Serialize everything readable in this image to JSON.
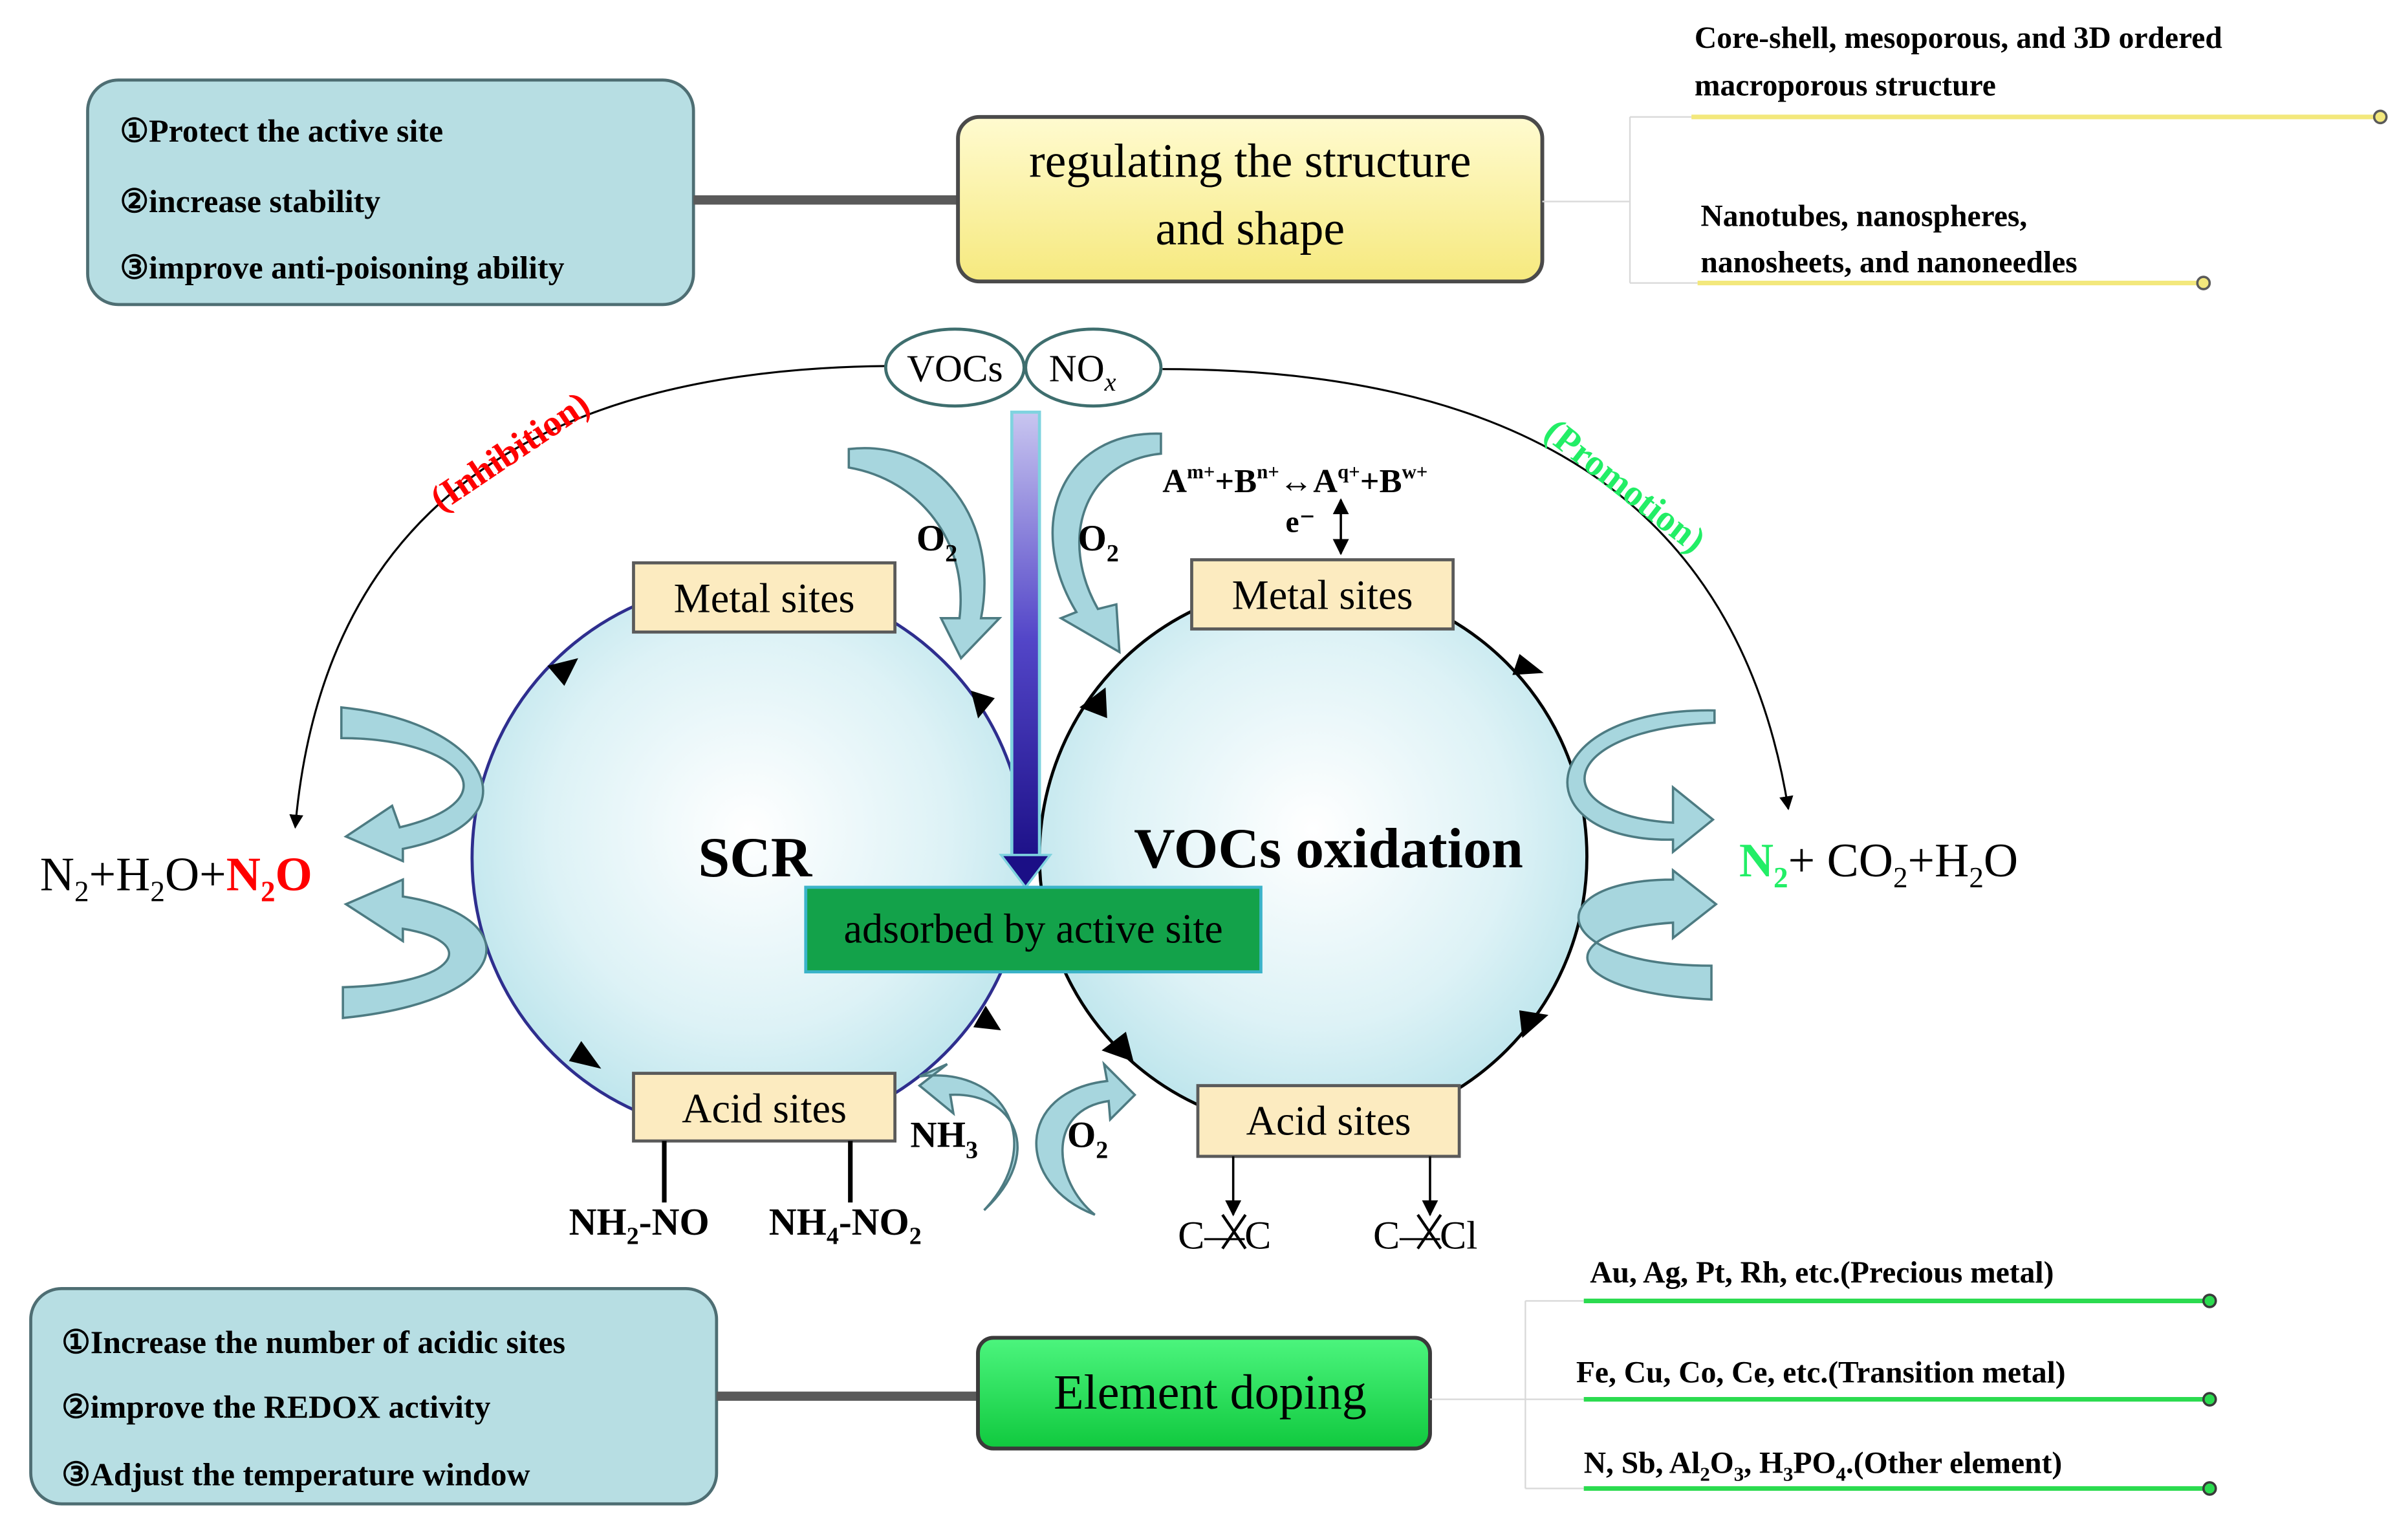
{
  "top_left_box": {
    "line1": "①Protect the active site",
    "line2": "②increase stability",
    "line3": "③improve anti-poisoning ability"
  },
  "structure_box": {
    "line1": "regulating the structure",
    "line2": "and shape"
  },
  "structure_branches": {
    "b1_line1": "Core-shell, mesoporous, and 3D ordered",
    "b1_line2": "macroporous structure",
    "b2_line1": "Nanotubes, nanospheres,",
    "b2_line2": "nanosheets, and nanoneedles"
  },
  "inputs": {
    "vocs": "VOCs",
    "nox_main": "NO",
    "nox_sub": "x"
  },
  "arc_labels": {
    "inhibition": "(Inhibition)",
    "promotion": "(Promotion)"
  },
  "redox": {
    "A": "A",
    "m_sup": "m+",
    "plus1": "+B",
    "n_sup": "n+",
    "arrow": "↔",
    "A2": "A",
    "q_sup": "q+",
    "plus2": "+B",
    "w_sup": "w+",
    "electron": "e⁻"
  },
  "o2": {
    "main": "O",
    "sub": "2"
  },
  "scr": {
    "title": "SCR",
    "metal_sites": "Metal sites",
    "acid_sites": "Acid sites"
  },
  "vocs_cycle": {
    "title": "VOCs oxidation",
    "metal_sites": "Metal sites",
    "acid_sites": "Acid sites"
  },
  "adsorbed": "adsorbed by active site",
  "nh3": {
    "main": "NH",
    "sub": "3"
  },
  "left_products": {
    "n2_main": "N",
    "n2_sub": "2",
    "plus1": "+H",
    "h2o_sub": "2",
    "o_plus": "O+",
    "n2o_main": "N",
    "n2o_sub": "2",
    "n2o_end": "O"
  },
  "right_products": {
    "n2_main": "N",
    "n2_sub": "2",
    "plus_co2": "+ CO",
    "co2_sub": "2",
    "plus_h": "+H",
    "h2o_sub": "2",
    "o_end": "O"
  },
  "intermediates": {
    "nh2no_main": "NH",
    "nh2no_sub": "2",
    "nh2no_end": "-NO",
    "nh4no2_main": "NH",
    "nh4no2_sub": "4",
    "nh4no2_mid": "-NO",
    "nh4no2_sub2": "2",
    "cc": "C—C",
    "ccl": "C—Cl"
  },
  "bottom_left_box": {
    "line1": "①Increase the number of acidic sites",
    "line2": "②improve the REDOX activity",
    "line3": "③Adjust the temperature window"
  },
  "doping_box": {
    "label": "Element doping"
  },
  "doping_branches": {
    "b1": "Au, Ag, Pt, Rh, etc.(Precious metal)",
    "b2": "Fe, Cu, Co, Ce, etc.(Transition metal)",
    "b3_a": "N, Sb, Al",
    "b3_s1": "2",
    "b3_b": "O",
    "b3_s2": "3",
    "b3_c": ", H",
    "b3_s3": "3",
    "b3_d": "PO",
    "b3_s4": "4",
    "b3_e": ".(Other element)"
  },
  "colors": {
    "teal_box": "#B7DEE3",
    "teal_border": "#4E6E73",
    "yellow_box": "#FDF19A",
    "green_box": "#22E55A",
    "site_box": "#FCEBC0",
    "adsorbed_box": "#13A24A",
    "inhibition": "#FF0000",
    "promotion": "#22EE66",
    "branch_yellow": "#F3E87C",
    "branch_green": "#2BDB4F"
  }
}
